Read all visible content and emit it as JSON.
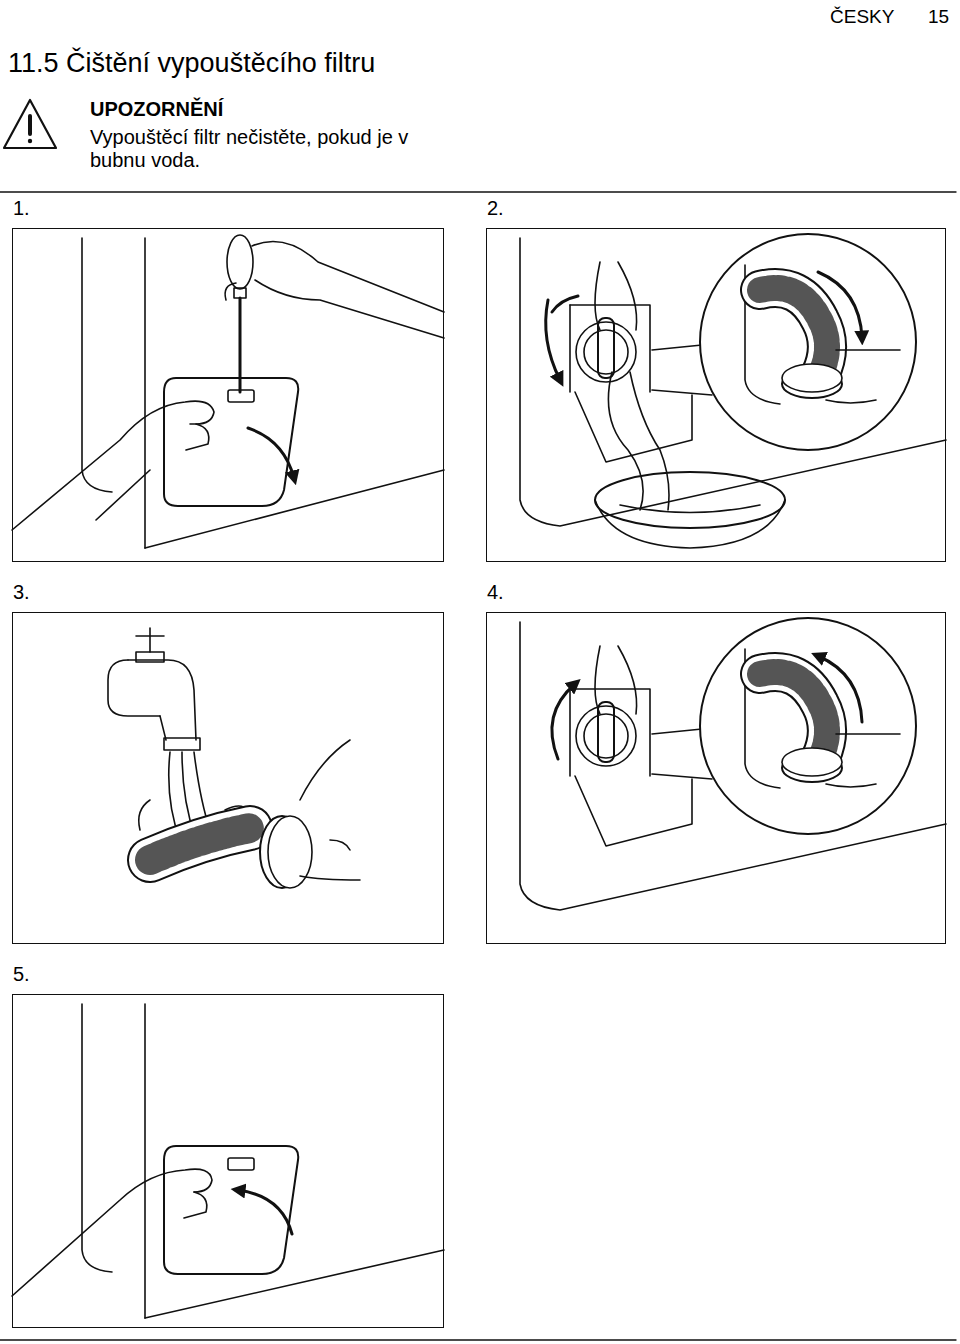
{
  "diagram": {
    "title": "11.5 Čištění vypouštěcího filtru",
    "nodes": [
      {
        "text": [
          "1."
        ]
      },
      {
        "text": [
          "2."
        ]
      },
      {
        "text": [
          "3."
        ]
      },
      {
        "text": [
          "4."
        ]
      },
      {
        "text": [
          "5."
        ]
      }
    ],
    "labels": [
      "ČESKY",
      "15",
      "UPOZORNĚNÍ",
      "Vypouštěcí filtr nečistěte, pokud je v bubnu voda."
    ]
  }
}
